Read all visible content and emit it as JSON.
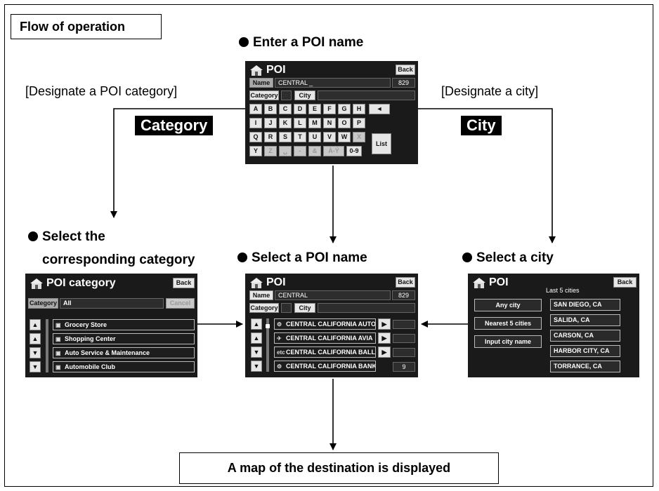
{
  "title": "Flow of operation",
  "headings": {
    "enter": "Enter a POI name",
    "select_category_1": "Select the",
    "select_category_2": "corresponding category",
    "select_poi": "Select a POI name",
    "select_city": "Select a city"
  },
  "notes": {
    "category": "[Designate a POI category]",
    "city": "[Designate a city]"
  },
  "tags": {
    "category": "Category",
    "city": "City"
  },
  "result": "A map of the destination is displayed",
  "screen_enter": {
    "title": "POI",
    "back": "Back",
    "name_label": "Name",
    "name_value": "CENTRAL _",
    "count": "829",
    "category": "Category",
    "city": "City",
    "row1": [
      "A",
      "B",
      "C",
      "D",
      "E",
      "F",
      "G",
      "H"
    ],
    "row2": [
      "I",
      "J",
      "K",
      "L",
      "M",
      "N",
      "O",
      "P"
    ],
    "row3": [
      "Q",
      "R",
      "S",
      "T",
      "U",
      "V",
      "W",
      "X"
    ],
    "row4": [
      "Y",
      "Z",
      "␣",
      "-",
      "&",
      "À-Ý",
      "0-9"
    ],
    "backspace": "◄",
    "list": "List"
  },
  "screen_category": {
    "title": "POI category",
    "back": "Back",
    "category": "Category",
    "value": "All",
    "cancel": "Cancel",
    "items": [
      "Grocery Store",
      "Shopping Center",
      "Auto Service & Maintenance",
      "Automobile Club"
    ],
    "arrows": [
      "▲",
      "▲",
      "▼",
      "▼"
    ]
  },
  "screen_select": {
    "title": "POI",
    "back": "Back",
    "name_label": "Name",
    "name_value": "CENTRAL",
    "count": "829",
    "category": "Category",
    "city": "City",
    "items": [
      "CENTRAL CALIFORNIA AUTO",
      "CENTRAL CALIFORNIA AVIA",
      "CENTRAL CALIFORNIA BALL",
      "CENTRAL CALIFORNIA BANK"
    ],
    "icons": [
      "⚙",
      "✈",
      "etc",
      "⚙"
    ],
    "page": "9",
    "arrows": [
      "▲",
      "▲",
      "▼",
      "▼"
    ],
    "more": "▶"
  },
  "screen_city": {
    "title": "POI",
    "back": "Back",
    "options": [
      "Any city",
      "Nearest 5 cities",
      "Input city name"
    ],
    "last5_label": "Last 5 cities",
    "cities": [
      "SAN DIEGO, CA",
      "SALIDA, CA",
      "CARSON, CA",
      "HARBOR CITY, CA",
      "TORRANCE, CA"
    ]
  }
}
